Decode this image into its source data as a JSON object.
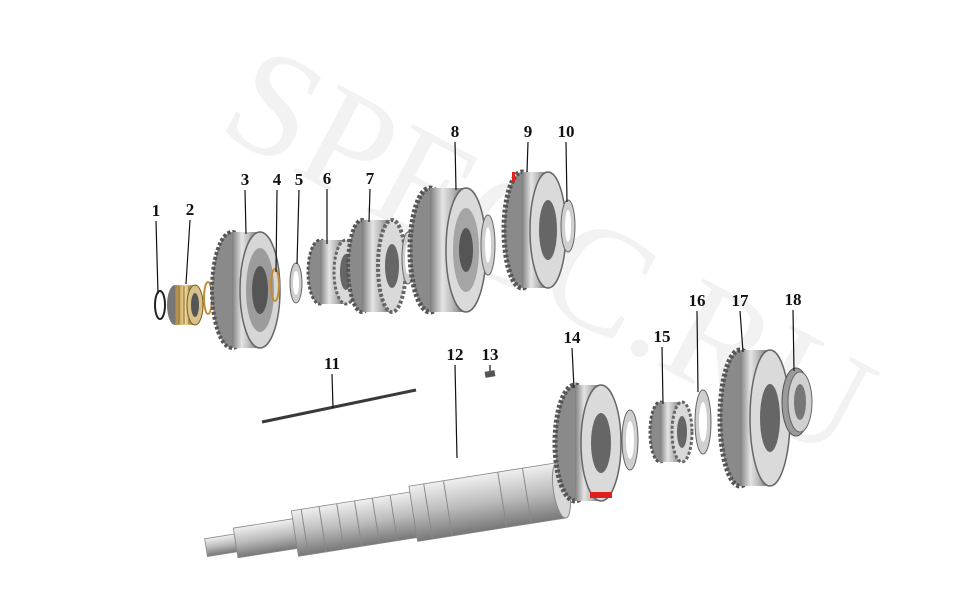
{
  "diagram": {
    "watermark": "SPECC.RU",
    "accent_color": "#e0201c",
    "parts": [
      {
        "number": "1",
        "kind": "snap-ring"
      },
      {
        "number": "2",
        "kind": "needle-bearing"
      },
      {
        "number": "3",
        "kind": "gear"
      },
      {
        "number": "4",
        "kind": "snap-ring"
      },
      {
        "number": "5",
        "kind": "thrust-washer"
      },
      {
        "number": "6",
        "kind": "synchro-hub"
      },
      {
        "number": "7",
        "kind": "gear"
      },
      {
        "number": "8",
        "kind": "gear"
      },
      {
        "number": "9",
        "kind": "gear"
      },
      {
        "number": "10",
        "kind": "thrust-washer"
      },
      {
        "number": "11",
        "kind": "pin-rod"
      },
      {
        "number": "12",
        "kind": "main-shaft"
      },
      {
        "number": "13",
        "kind": "key"
      },
      {
        "number": "14",
        "kind": "gear"
      },
      {
        "number": "15",
        "kind": "needle-bearing"
      },
      {
        "number": "16",
        "kind": "thrust-washer"
      },
      {
        "number": "17",
        "kind": "gear"
      },
      {
        "number": "18",
        "kind": "bearing-ring"
      }
    ]
  }
}
